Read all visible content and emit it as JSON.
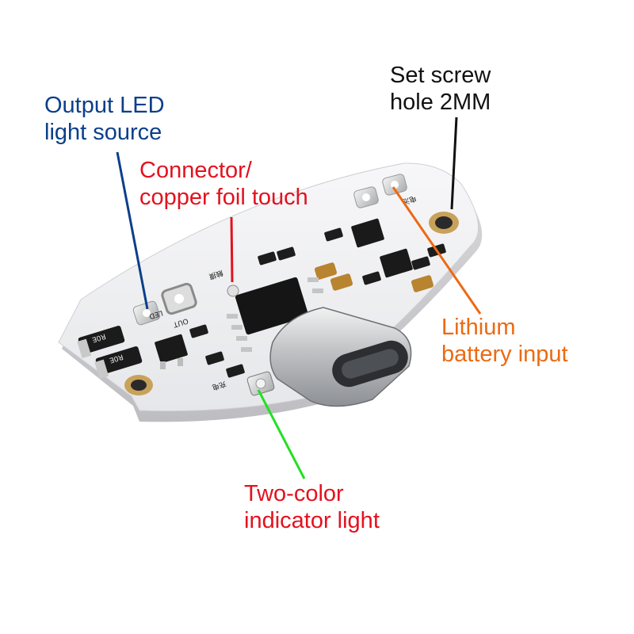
{
  "labels": {
    "output_led": {
      "line1": "Output LED",
      "line2": "light source",
      "color": "#0b3f8a"
    },
    "connector": {
      "line1": "Connector/",
      "line2": "copper foil touch",
      "color": "#e3121e"
    },
    "set_screw": {
      "line1": "Set screw",
      "line2": "hole 2MM",
      "color": "#111111"
    },
    "lithium": {
      "line1": "Lithium",
      "line2": "battery input",
      "color": "#ec6a12"
    },
    "indicator": {
      "line1": "Two-color",
      "line2": "indicator light",
      "color": "#e3121e"
    }
  },
  "board": {
    "silk": {
      "out": "OUT",
      "led": "LED",
      "res1": "R0E",
      "res2": "R0E",
      "touch": "触摸",
      "charge": "充电",
      "battery": "电池"
    },
    "pointer_colors": {
      "blue": "#0b3f8a",
      "red": "#e3121e",
      "black": "#111111",
      "orange": "#ec6a12",
      "green": "#22e022"
    }
  }
}
